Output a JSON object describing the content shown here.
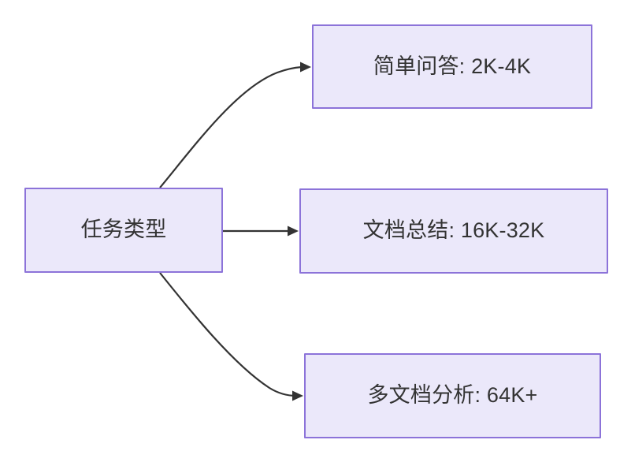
{
  "diagram": {
    "type": "flowchart",
    "direction": "left-to-right",
    "background_color": "#ffffff",
    "node_fill_color": "#ebe8fa",
    "node_border_color": "#8c73d9",
    "node_text_color": "#333333",
    "edge_color": "#333333",
    "root": {
      "id": "root",
      "label": "任务类型"
    },
    "branches": [
      {
        "id": "simple-qa",
        "label": "简单问答: 2K-4K",
        "edge_style": "curved"
      },
      {
        "id": "doc-sum",
        "label": "文档总结: 16K-32K",
        "edge_style": "straight"
      },
      {
        "id": "multi-doc",
        "label": "多文档分析: 64K+",
        "edge_style": "curved"
      }
    ]
  }
}
